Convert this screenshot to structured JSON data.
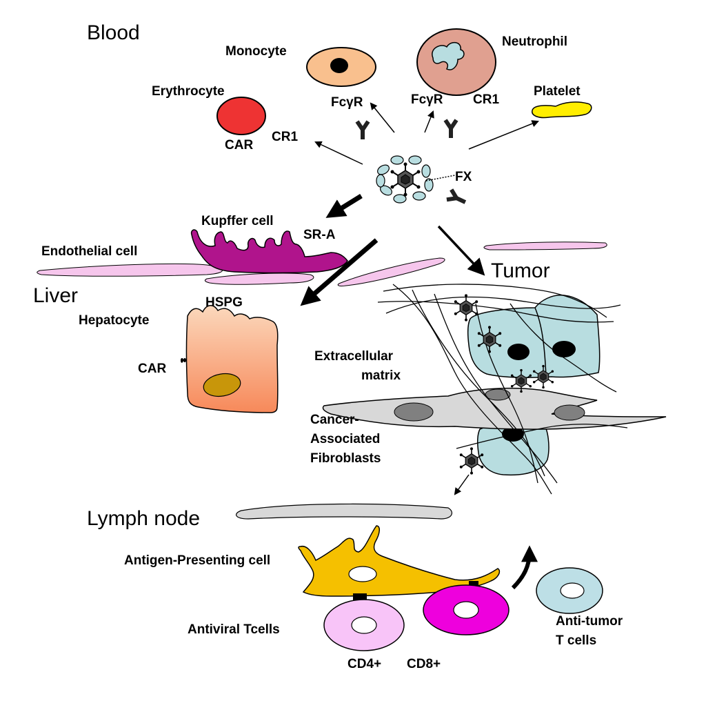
{
  "sections": {
    "blood": "Blood",
    "liver": "Liver",
    "tumor": "Tumor",
    "lymph_node": "Lymph node"
  },
  "blood_cells": {
    "monocyte": "Monocyte",
    "neutrophil": "Neutrophil",
    "erythrocyte": "Erythrocyte",
    "platelet": "Platelet"
  },
  "receptors": {
    "fcgr_monocyte": "FcγR",
    "fcgr_neutrophil": "FcγR",
    "cr1_neutrophil": "CR1",
    "car_erythrocyte": "CAR",
    "cr1_erythrocyte": "CR1",
    "fx": "FX",
    "sr_a": "SR-A",
    "hspg": "HSPG",
    "car_hepatocyte": "CAR"
  },
  "liver_cells": {
    "kupffer": "Kupffer cell",
    "endothelial": "Endothelial cell",
    "hepatocyte": "Hepatocyte"
  },
  "tumor_parts": {
    "ecm_line1": "Extracellular",
    "ecm_line2": "matrix",
    "caf_line1": "Cancer-",
    "caf_line2": "Associated",
    "caf_line3": "Fibroblasts"
  },
  "lymph_cells": {
    "apc": "Antigen-Presenting cell",
    "antiviral": "Antiviral Tcells",
    "cd4": "CD4+",
    "cd8": "CD8+",
    "antitumor_line1": "Anti-tumor",
    "antitumor_line2": "T cells"
  },
  "colors": {
    "monocyte": "#f9c08e",
    "neutrophil": "#e0a090",
    "erythrocyte": "#ee3333",
    "platelet": "#ffee00",
    "kupffer": "#b0148c",
    "endothelial": "#f6c6ec",
    "hepatocyte_top": "#fbd2b2",
    "hepatocyte_bottom": "#f88c5a",
    "tumor_cell": "#b8dde0",
    "fibroblast": "#d8d8d8",
    "apc": "#f5c000",
    "cd4": "#f8c4f8",
    "cd8": "#ee00dd",
    "antitumor": "#bddfe6"
  }
}
